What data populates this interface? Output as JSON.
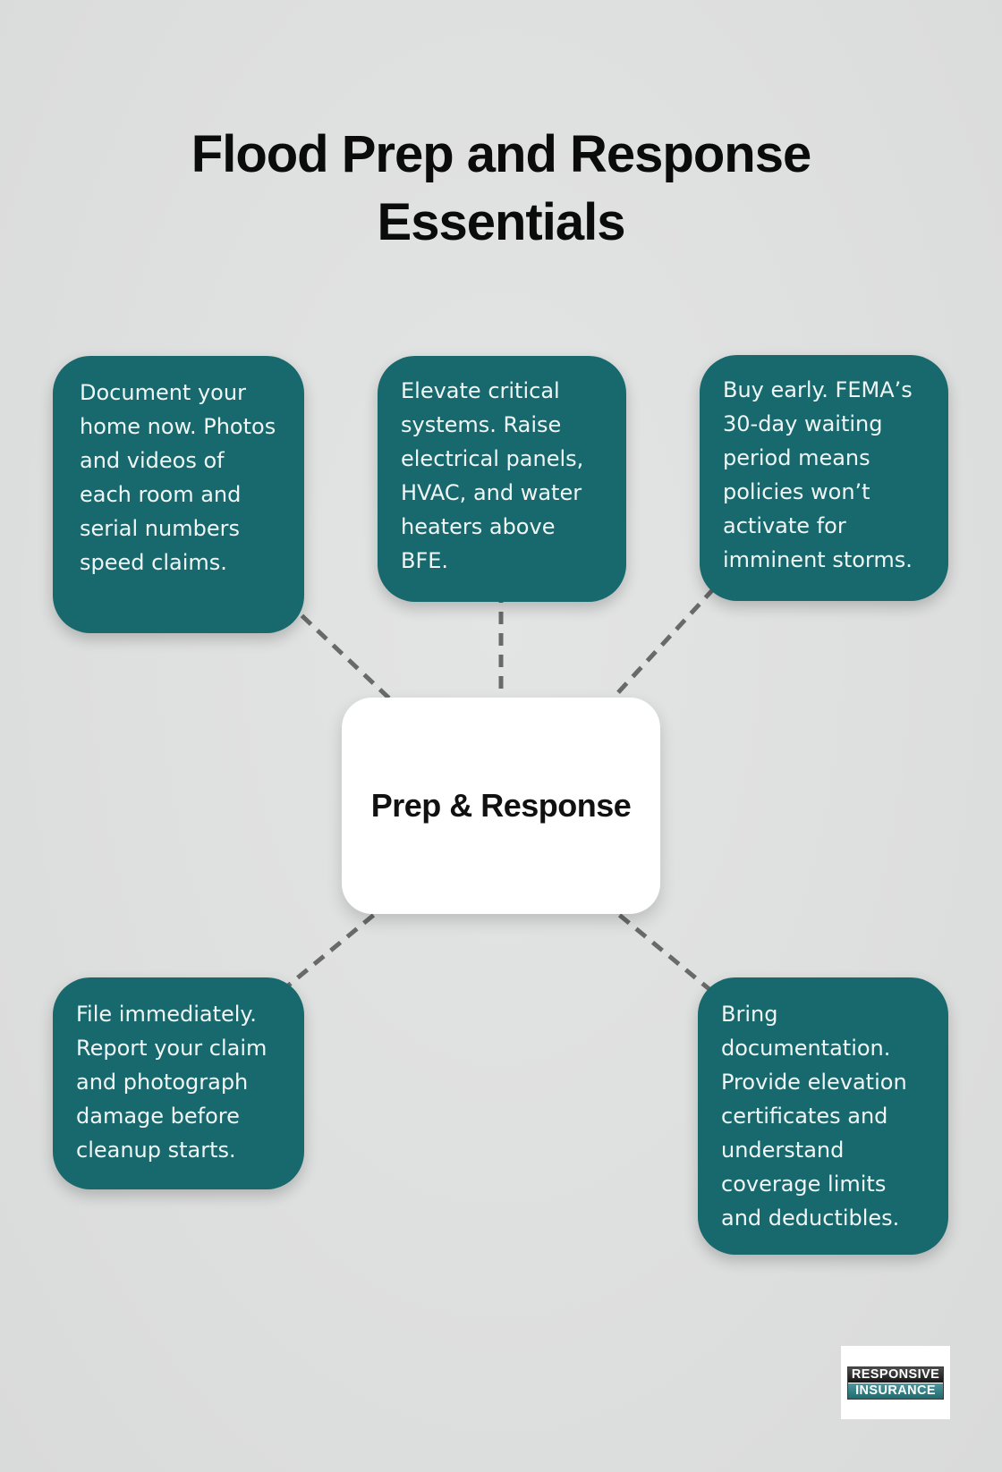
{
  "title": {
    "line1": "Flood Prep and Response",
    "line2": "Essentials"
  },
  "center": {
    "label": "Prep & Response"
  },
  "nodes": [
    {
      "id": "document-home",
      "text": "Document your home now. Photos and videos of each room and serial numbers speed claims."
    },
    {
      "id": "elevate-systems",
      "text": "Elevate critical systems. Raise electrical panels, HVAC, and water heaters above BFE."
    },
    {
      "id": "buy-early",
      "text": "Buy early. FEMA’s 30-day waiting period means policies won’t activate for imminent storms."
    },
    {
      "id": "file-immediately",
      "text": "File immediately. Report your claim and photograph damage before cleanup starts."
    },
    {
      "id": "bring-documentation",
      "text": "Bring documentation. Provide elevation certificates and understand coverage limits and deductibles."
    }
  ],
  "logo": {
    "line1": "RESPONSIVE",
    "line2": "INSURANCE"
  },
  "colors": {
    "node_teal": "#17696d",
    "background_gray": "#dfe0e0",
    "connector_gray": "#696969",
    "center_white": "#ffffff",
    "title_black": "#0b0b0b"
  }
}
